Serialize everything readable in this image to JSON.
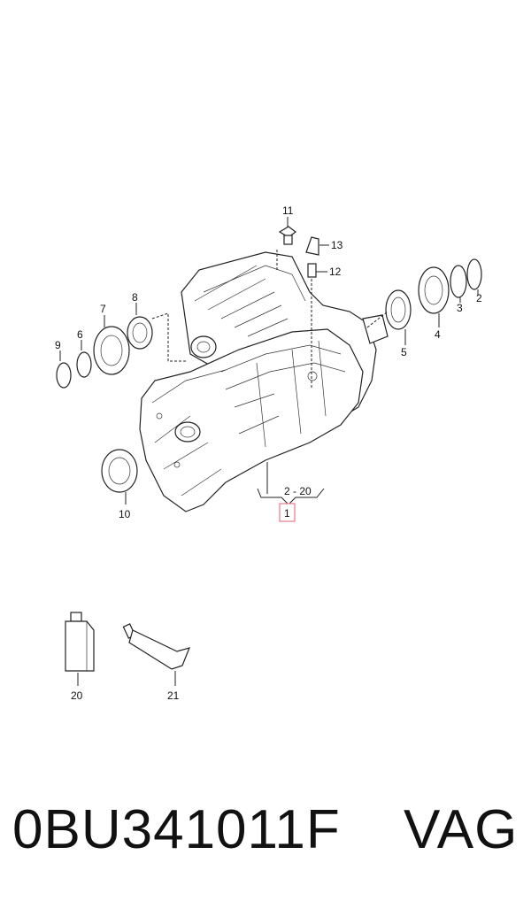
{
  "callouts": {
    "c1": "1",
    "c2_20": "2 - 20",
    "c2": "2",
    "c3": "3",
    "c4": "4",
    "c5": "5",
    "c6": "6",
    "c7": "7",
    "c8": "8",
    "c9": "9",
    "c10": "10",
    "c11": "11",
    "c12": "12",
    "c13": "13",
    "c20": "20",
    "c21": "21"
  },
  "colors": {
    "highlight": "#e8798a",
    "line": "#222222"
  },
  "footer": {
    "part_number": "0BU341011F",
    "brand": "VAG"
  }
}
